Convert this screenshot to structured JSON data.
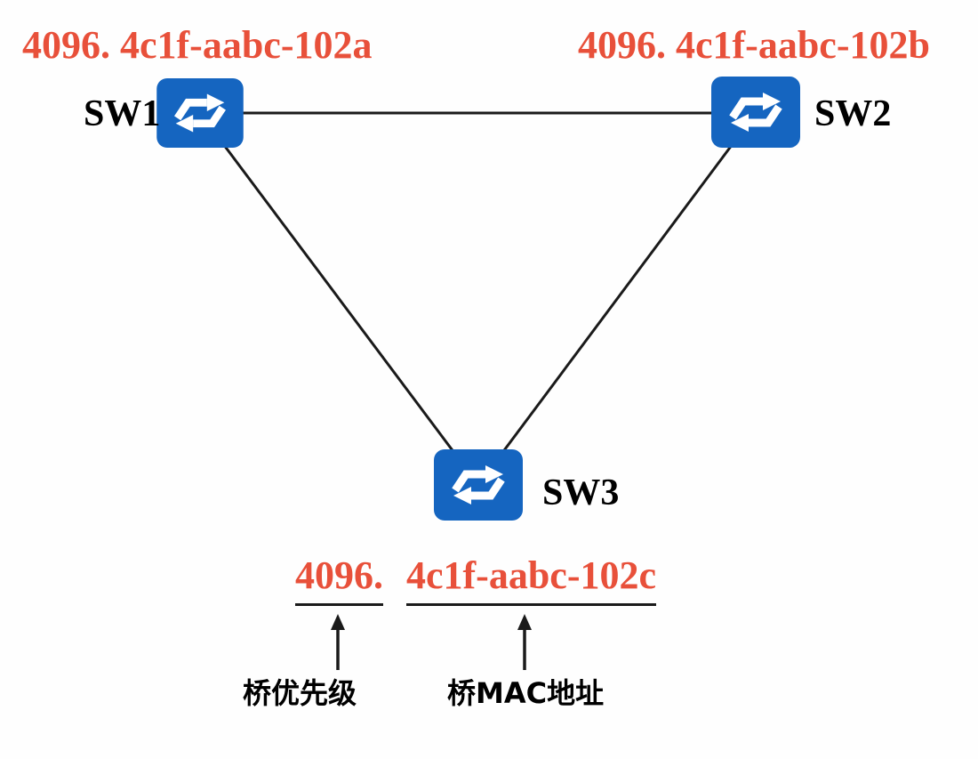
{
  "nodes": {
    "sw1": {
      "label": "SW1",
      "bridge_id": "4096. 4c1f-aabc-102a"
    },
    "sw2": {
      "label": "SW2",
      "bridge_id": "4096. 4c1f-aabc-102b"
    },
    "sw3": {
      "label": "SW3",
      "bridge_id_priority": "4096.",
      "bridge_id_mac": "4c1f-aabc-102c"
    }
  },
  "annotations": {
    "priority_label": "桥优先级",
    "mac_label": "桥MAC地址"
  },
  "icons": {
    "switch": "ethernet-switch-arrows-icon"
  },
  "colors": {
    "switch_blue": "#1565c0",
    "bridge_id_color": "#e8503a",
    "line_color": "#1a1a1a",
    "text_color": "#000000",
    "arrow_white": "#ffffff"
  }
}
